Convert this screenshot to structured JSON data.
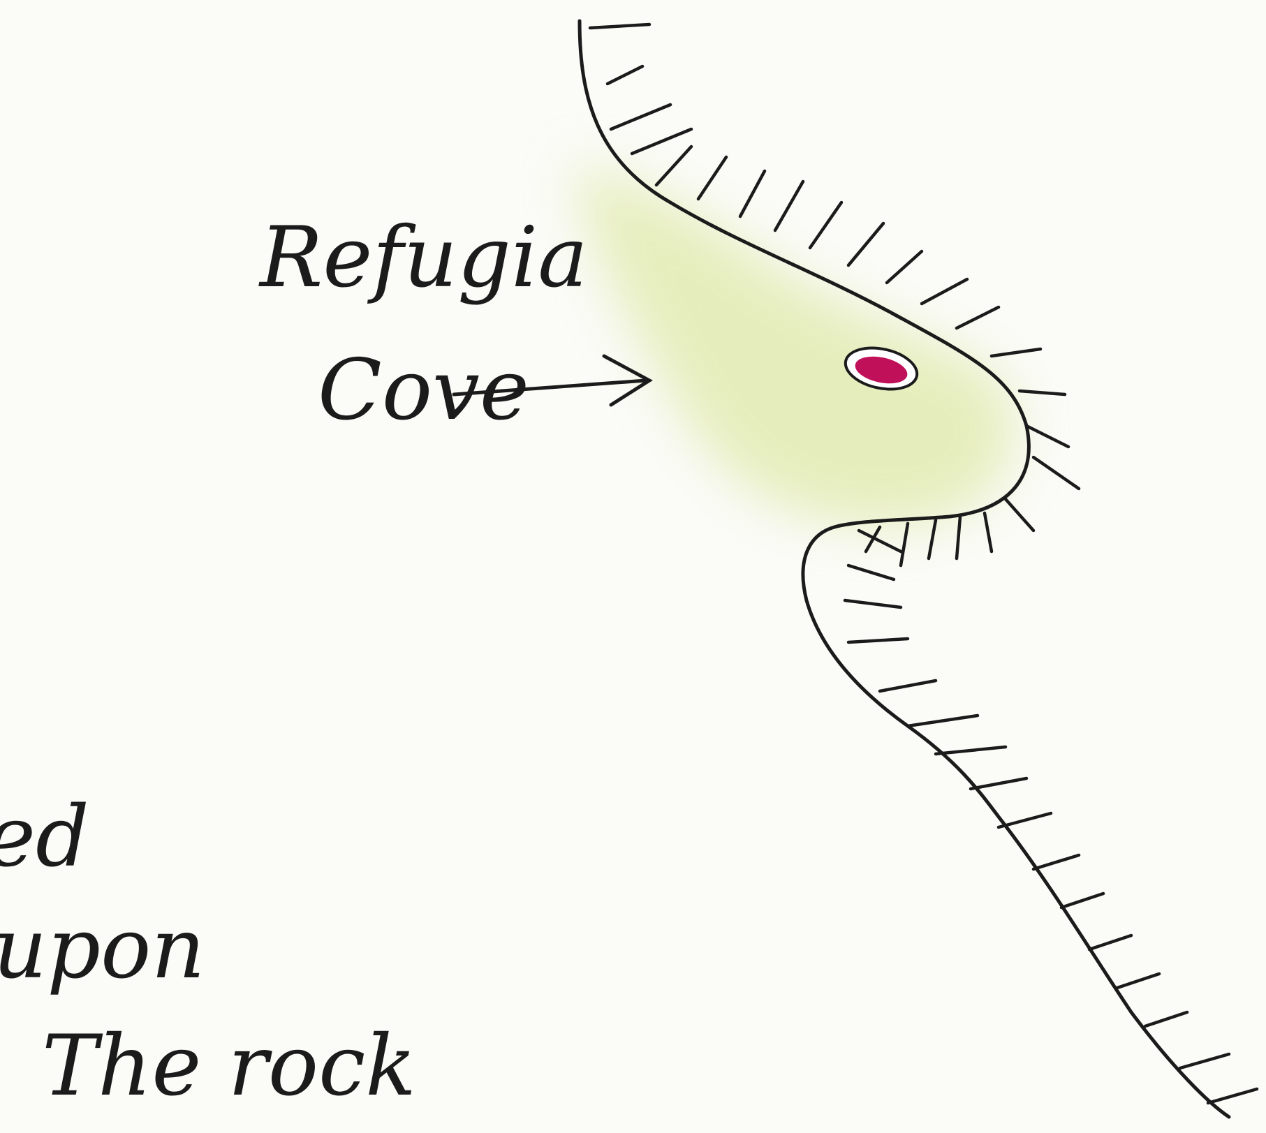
{
  "labels": {
    "cove_line1": "Refugia",
    "cove_line2": "Cove",
    "left_fragment": "ed",
    "upon": "upon",
    "the_rock": "The rock"
  },
  "colors": {
    "paper": "#fbfbf8",
    "ink": "#1b1b1b",
    "cove_shading": "#dfe9a8",
    "creature": "#c0105a"
  }
}
